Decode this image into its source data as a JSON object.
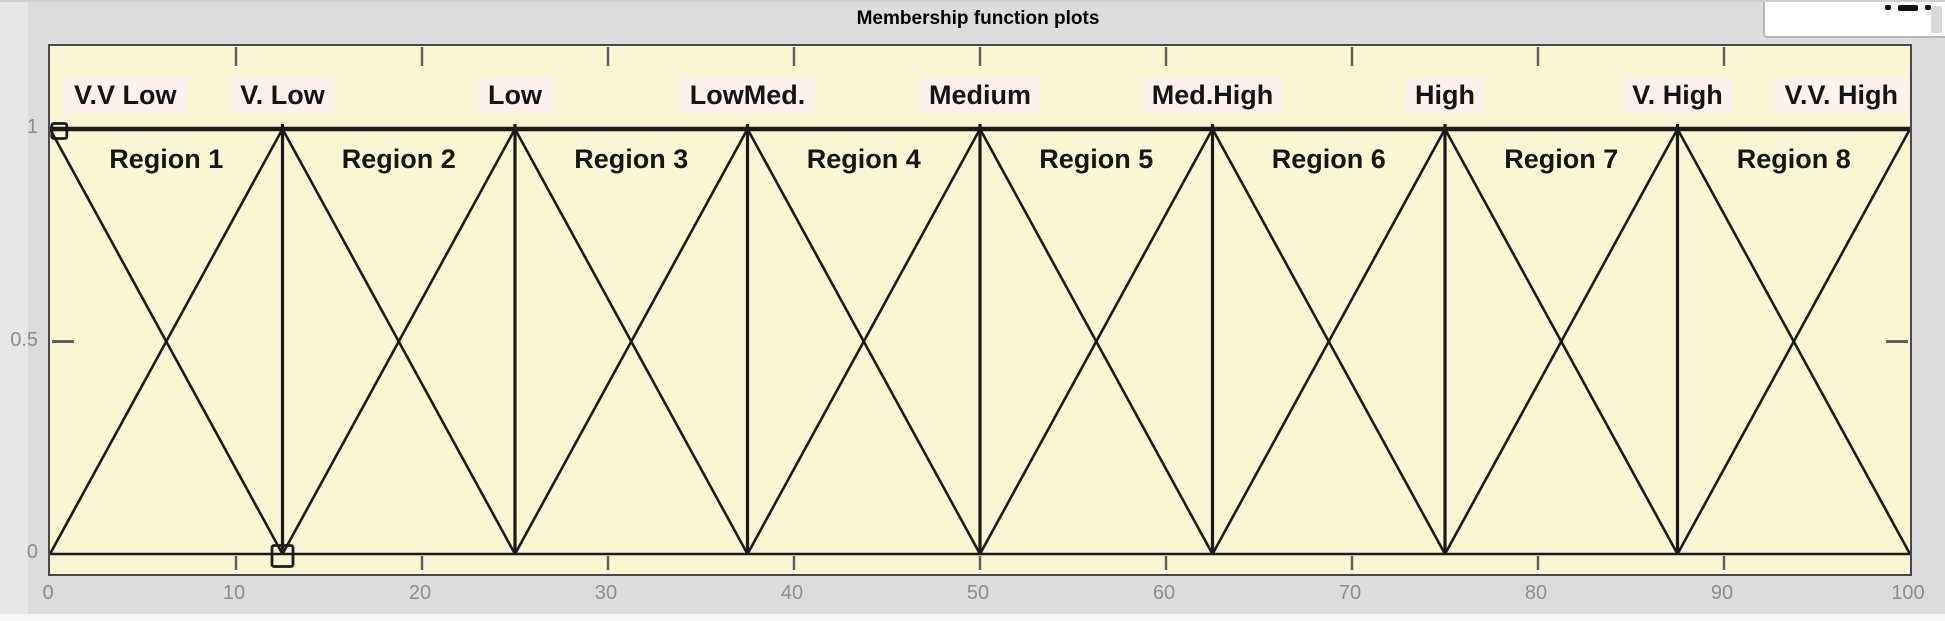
{
  "window": {
    "title": "Membership function plots"
  },
  "colors": {
    "canvas_bg": "#dcdcdc",
    "plot_bg": "#faf6d3",
    "line": "#1b1b1b",
    "frame": "#4a4a4a",
    "tick": "#5f5f5f",
    "tick_label": "#8d8d8d",
    "mf_label_bg": "#fdf1ec",
    "overlay_bg": "#ffffff"
  },
  "chart_data": {
    "type": "line",
    "title": "Membership function plots",
    "xlabel": "",
    "ylabel": "",
    "xlim": [
      0,
      100
    ],
    "ylim": [
      0,
      1
    ],
    "grid": false,
    "half_width": 12.5,
    "x_ticks": [
      {
        "label": "0",
        "value": 0
      },
      {
        "label": "10",
        "value": 10
      },
      {
        "label": "20",
        "value": 20
      },
      {
        "label": "30",
        "value": 30
      },
      {
        "label": "40",
        "value": 40
      },
      {
        "label": "50",
        "value": 50
      },
      {
        "label": "60",
        "value": 60
      },
      {
        "label": "70",
        "value": 70
      },
      {
        "label": "80",
        "value": 80
      },
      {
        "label": "90",
        "value": 90
      },
      {
        "label": "100",
        "value": 100
      }
    ],
    "y_ticks": [
      {
        "label": "1",
        "value": 1
      },
      {
        "label": "0.5",
        "value": 0.5
      },
      {
        "label": "0",
        "value": 0
      }
    ],
    "membership_functions": [
      {
        "name": "V.V Low",
        "peak": 0,
        "foot_left": -12.5,
        "foot_right": 12.5
      },
      {
        "name": "V. Low",
        "peak": 12.5,
        "foot_left": 0,
        "foot_right": 25
      },
      {
        "name": "Low",
        "peak": 25,
        "foot_left": 12.5,
        "foot_right": 37.5
      },
      {
        "name": "LowMed.",
        "peak": 37.5,
        "foot_left": 25,
        "foot_right": 50
      },
      {
        "name": "Medium",
        "peak": 50,
        "foot_left": 37.5,
        "foot_right": 62.5
      },
      {
        "name": "Med.High",
        "peak": 62.5,
        "foot_left": 50,
        "foot_right": 75
      },
      {
        "name": "High",
        "peak": 75,
        "foot_left": 62.5,
        "foot_right": 87.5
      },
      {
        "name": "V. High",
        "peak": 87.5,
        "foot_left": 75,
        "foot_right": 100
      },
      {
        "name": "V.V. High",
        "peak": 100,
        "foot_left": 87.5,
        "foot_right": 112.5
      }
    ],
    "regions": [
      {
        "name": "Region 1",
        "center": 6.25
      },
      {
        "name": "Region 2",
        "center": 18.75
      },
      {
        "name": "Region 3",
        "center": 31.25
      },
      {
        "name": "Region 4",
        "center": 43.75
      },
      {
        "name": "Region 5",
        "center": 56.25
      },
      {
        "name": "Region 6",
        "center": 68.75
      },
      {
        "name": "Region 7",
        "center": 81.25
      },
      {
        "name": "Region 8",
        "center": 93.75
      }
    ],
    "selection_handles": [
      {
        "x": 0.5,
        "y": 1
      },
      {
        "x": 12.5,
        "y": 0
      }
    ]
  }
}
